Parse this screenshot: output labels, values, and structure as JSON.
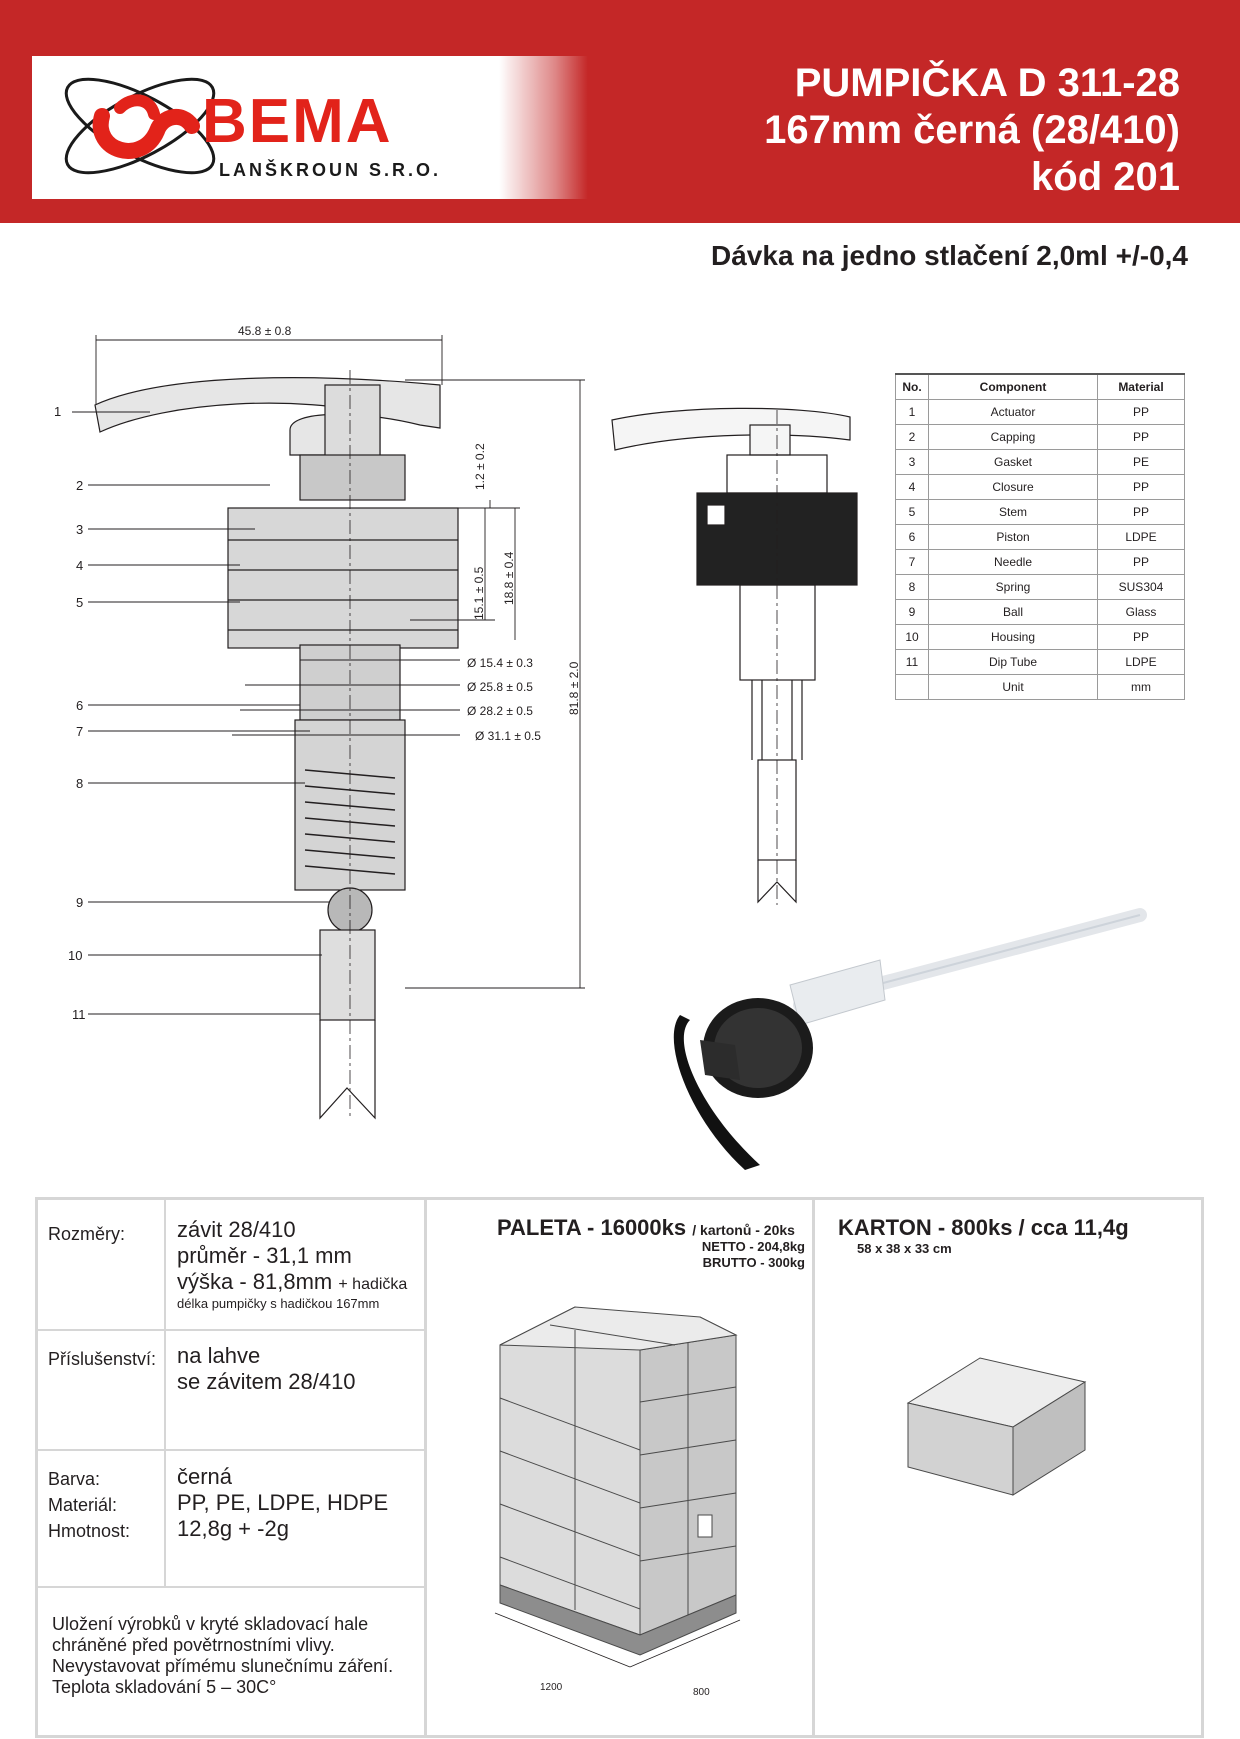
{
  "brand": {
    "name": "BEMA",
    "subtitle": "LANŠKROUN S.R.O.",
    "logo_color": "#e2231a"
  },
  "header": {
    "line1": "PUMPIČKA D 311-28",
    "line2": "167mm černá (28/410)",
    "line3": "kód 201",
    "background": "#c42727"
  },
  "dose": "Dávka na jedno stlačení 2,0ml +/-0,4",
  "drawing": {
    "dimensions": {
      "width": "45.8 ± 0.8",
      "d1": "1.2 ± 0.2",
      "d2": "15.1 ± 0.5",
      "d3": "18.8 ± 0.4",
      "height": "81.8 ± 2.0",
      "dia1": "Ø 15.4 ± 0.3",
      "dia2": "Ø 25.8 ± 0.5",
      "dia3": "Ø 28.2 ± 0.5",
      "dia4": "Ø 31.1 ± 0.5"
    },
    "callouts": [
      "1",
      "2",
      "3",
      "4",
      "5",
      "6",
      "7",
      "8",
      "9",
      "10",
      "11"
    ]
  },
  "components": {
    "headers": [
      "No.",
      "Component",
      "Material"
    ],
    "rows": [
      [
        "1",
        "Actuator",
        "PP"
      ],
      [
        "2",
        "Capping",
        "PP"
      ],
      [
        "3",
        "Gasket",
        "PE"
      ],
      [
        "4",
        "Closure",
        "PP"
      ],
      [
        "5",
        "Stem",
        "PP"
      ],
      [
        "6",
        "Piston",
        "LDPE"
      ],
      [
        "7",
        "Needle",
        "PP"
      ],
      [
        "8",
        "Spring",
        "SUS304"
      ],
      [
        "9",
        "Ball",
        "Glass"
      ],
      [
        "10",
        "Housing",
        "PP"
      ],
      [
        "11",
        "Dip Tube",
        "LDPE"
      ],
      [
        "",
        "Unit",
        "mm"
      ]
    ]
  },
  "specs": {
    "rozmery_label": "Rozměry:",
    "rozmery_1": "závit 28/410",
    "rozmery_2": "průměr - 31,1 mm",
    "rozmery_3a": "výška - 81,8mm",
    "rozmery_3b": "+ hadička",
    "rozmery_4": "délka pumpičky s hadičkou 167mm",
    "prislusenstvi_label": "Příslušenství:",
    "prislusenstvi_1": "na lahve",
    "prislusenstvi_2": "se závitem 28/410",
    "barva_label": "Barva:",
    "barva": "černá",
    "material_label": "Materiál:",
    "material": "PP, PE, LDPE, HDPE",
    "hmotnost_label": "Hmotnost:",
    "hmotnost": "12,8g + -2g",
    "storage_1": "Uložení výrobků v kryté skladovací hale",
    "storage_2": "chráněné před povětrnostními vlivy.",
    "storage_3": "Nevystavovat přímému slunečnímu záření.",
    "storage_4": "Teplota skladování 5 – 30C°"
  },
  "paleta": {
    "title": "PALETA - 16000ks",
    "cartons": "/ kartonů - 20ks",
    "netto": "NETTO - 204,8kg",
    "brutto": "BRUTTO - 300kg",
    "dim_a": "1200",
    "dim_b": "800"
  },
  "karton": {
    "title": "KARTON - 800ks / cca 11,4g",
    "size": "58 x 38 x 33 cm"
  }
}
